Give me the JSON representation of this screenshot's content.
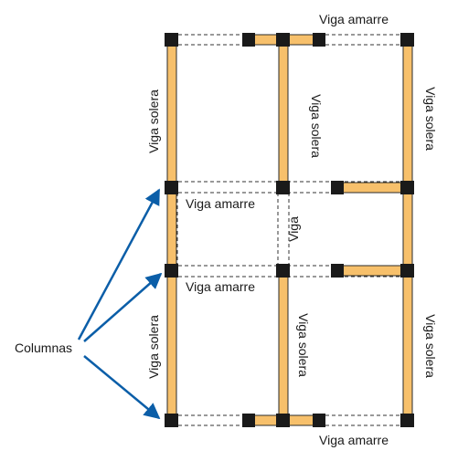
{
  "labels": {
    "viga_amarre": "Viga amarre",
    "viga_solera": "Viga solera",
    "viga": "Viga",
    "columnas": "Columnas"
  },
  "colors": {
    "beam_fill": "#F7C06B",
    "beam_stroke": "#2b2b2b",
    "column": "#1a1a1a",
    "dashed": "#333333",
    "arrow": "#0B5EA8",
    "text": "#1a1a1a"
  }
}
